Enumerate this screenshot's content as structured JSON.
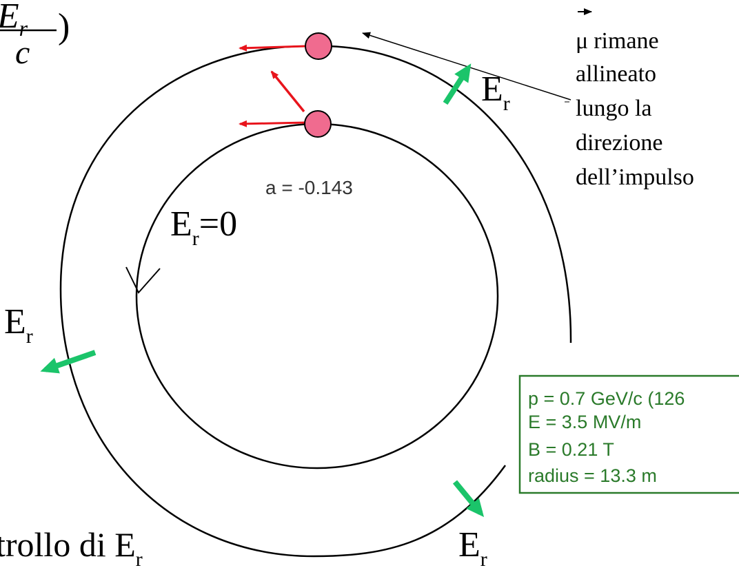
{
  "formula_fragment": {
    "numerator": "βE",
    "numerator_sub": "r",
    "denominator": "c",
    "paren": ")"
  },
  "spin_note": {
    "mu": "μ",
    "lines": [
      "rimane",
      "allineato",
      "lungo la",
      "direzione",
      "dell’impulso"
    ]
  },
  "er_label": {
    "main": "E",
    "sub": "r"
  },
  "er_zero_label": {
    "main": "E",
    "sub": "r",
    "suffix": "=0"
  },
  "anomaly_label": "a = -0.143",
  "params": {
    "p": "p = 0.7 GeV/c (126",
    "E": "E = 3.5 MV/m",
    "B": "B = 0.21 T",
    "radius": "radius = 13.3 m"
  },
  "footer": {
    "text": "trollo di E",
    "sub": "r"
  },
  "colors": {
    "ring": "#000000",
    "spin_arrow": "#e8141c",
    "field_arrow": "#1bc46a",
    "particle": "#f06b8f",
    "param_box": "#2a7a2a"
  }
}
